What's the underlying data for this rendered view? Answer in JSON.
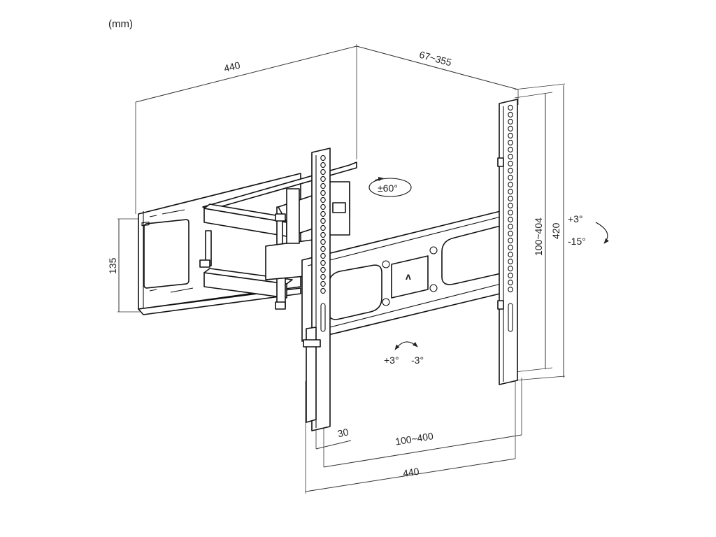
{
  "unit_label": "(mm)",
  "dimensions": {
    "wall_plate_width": "440",
    "extension": "67~355",
    "wall_plate_height": "135",
    "vesa_vertical": "100~404",
    "rail_height": "420",
    "vesa_horizontal": "100~400",
    "rail_width": "440",
    "offset": "30"
  },
  "swivel_label": "±60°",
  "tilt": {
    "up": "+3°",
    "down": "-15°"
  },
  "level": {
    "plus": "+3°",
    "minus": "-3°"
  },
  "logo_text": "ʌ"
}
